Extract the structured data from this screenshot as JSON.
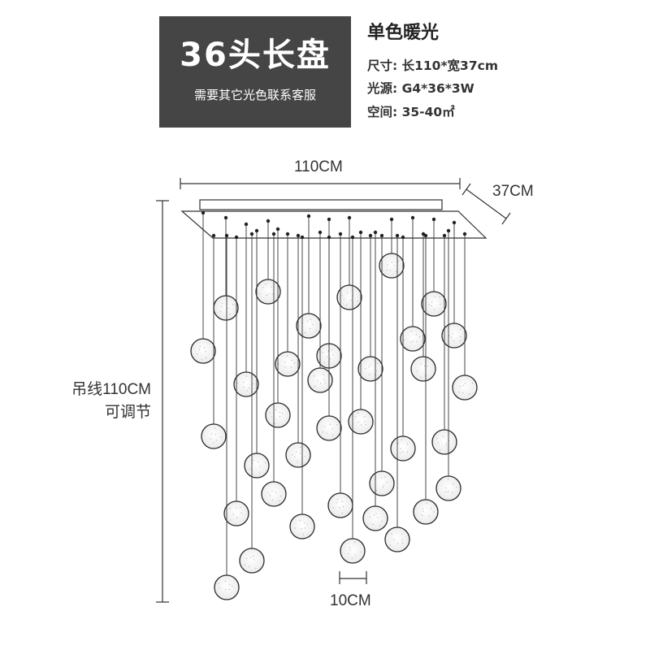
{
  "banner": {
    "title": "36头长盘",
    "subtitle": "需要其它光色联系客服"
  },
  "specs": {
    "title": "单色暖光",
    "size": "尺寸: 长110*宽37cm",
    "light_source": "光源: G4*36*3W",
    "space": "空间: 35-40㎡"
  },
  "dimensions": {
    "length": "110CM",
    "width": "37CM",
    "cable_length_line1": "吊线110CM",
    "cable_length_line2": "可调节",
    "ball_diameter": "10CM"
  },
  "colors": {
    "banner_bg": "#454545",
    "line": "#333333"
  },
  "product": {
    "pendant_count": 36
  }
}
